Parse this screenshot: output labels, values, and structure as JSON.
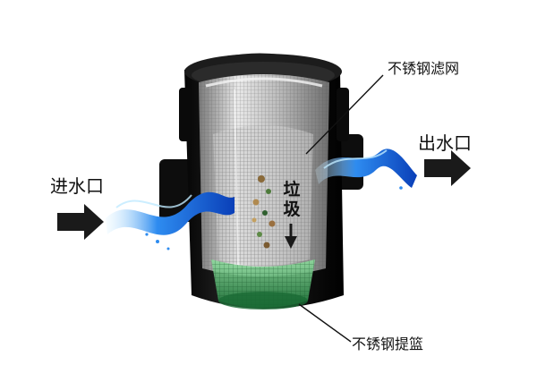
{
  "labels": {
    "inlet": "进水口",
    "outlet": "出水口",
    "filter_screen": "不锈钢滤网",
    "debris": "垃圾",
    "basket": "不锈钢提篮"
  },
  "colors": {
    "background": "#ffffff",
    "housing": "#141414",
    "water": "#1e6fd9",
    "basket": "#3aa15a",
    "arrow": "#1a1a1a"
  }
}
